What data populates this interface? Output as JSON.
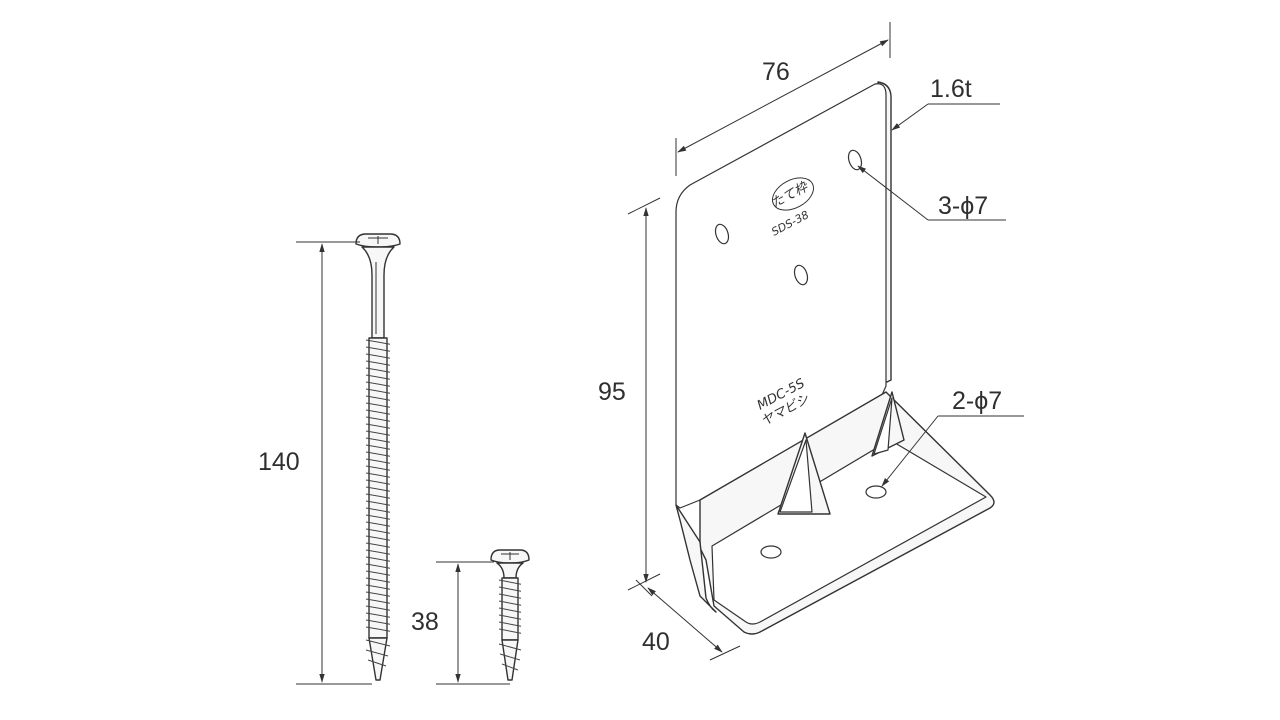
{
  "dimensions": {
    "long_screw_length": "140",
    "short_screw_length": "38",
    "bracket_height": "95",
    "bracket_width": "76",
    "bracket_depth": "40",
    "plate_thickness": "1.6t",
    "upper_holes": "3-ϕ7",
    "lower_holes": "2-ϕ7"
  },
  "markings": {
    "stamp_top": "たて枠",
    "stamp_model": "SDS-38",
    "stamp_product": "MDC-5S",
    "stamp_maker": "ヤマビシ"
  }
}
